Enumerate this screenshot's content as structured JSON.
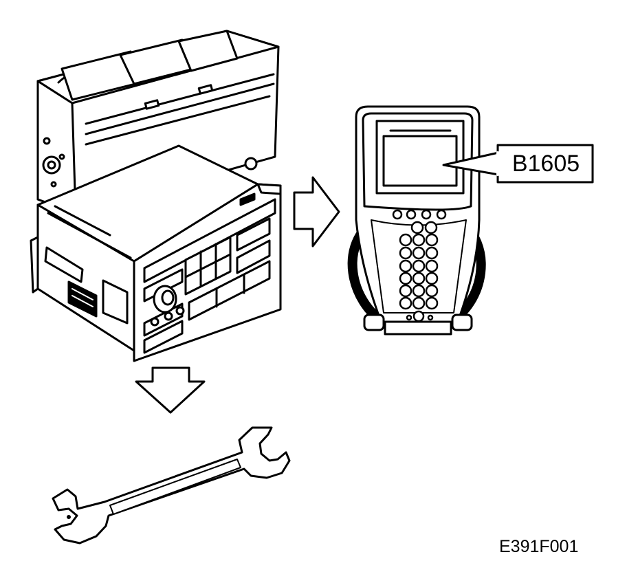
{
  "diagram": {
    "callout_code": "B1605",
    "figure_id": "E391F001",
    "components": [
      {
        "name": "radio-cd-changer-stack"
      },
      {
        "name": "diagnostic-scan-tool"
      },
      {
        "name": "wrench"
      }
    ],
    "colors": {
      "line": "#000000",
      "background": "#ffffff"
    }
  }
}
